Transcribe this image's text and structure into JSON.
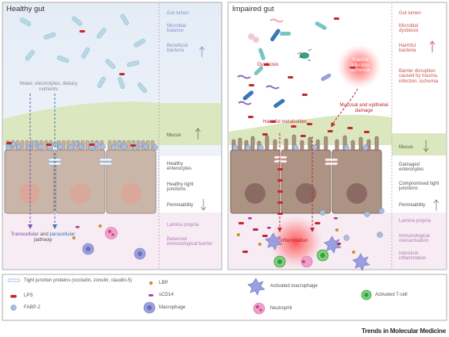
{
  "healthy": {
    "title": "Healthy gut",
    "water_text": "Water, electrolytes, dietary nutrients",
    "pathway_transcellular": "Transcellular",
    "pathway_and": "and",
    "pathway_paracellular": "paracellular",
    "pathway_word": "pathway",
    "side": {
      "lumen": "Gut lumen",
      "balance": "Microbial balance",
      "beneficial": "Beneficial bacteria",
      "mucus": "Mucus",
      "enterocytes": "Healthy enterocytes",
      "tight": "Healthy tight junctions",
      "permeability": "Permeability",
      "lamina": "Lamina propria",
      "immuno": "Balanced immunological barrier"
    }
  },
  "impaired": {
    "title": "Impaired gut",
    "dysbiosis": "Dysbiosis",
    "trauma": "Trauma Infection Ischemia",
    "mucosal": "Mucosal and epithelial damage",
    "harmful_metabolites": "Harmful metabolites",
    "inflammation": "Inflammation",
    "side": {
      "lumen": "Gut lumen",
      "dysbiosis": "Microbial dysbiosis",
      "harmful": "Harmful bacteria",
      "barrier": "Barrier disruption caused by trauma, infection, ischemia",
      "mucus": "Mucus",
      "enterocytes": "Damaged enterocytes",
      "tight": "Compromised tight junctions",
      "permeability": "Permeability",
      "lamina": "Lamina propria",
      "immuno": "Immunological overactivation",
      "intestinal": "Intestinal inflammation"
    }
  },
  "legend": {
    "tight_junction": "Tight junction proteins (occludin, zonulin, claudin-5)",
    "lps": "LPS",
    "fabp2": "FABP-2",
    "lbp": "LBP",
    "scd14": "sCD14",
    "macrophage": "Macrophage",
    "activated_macrophage": "Activated macrophage",
    "neutrophil": "Neutrophil",
    "activated_tcell": "Activated T-cell"
  },
  "footer": "Trends in Molecular Medicine",
  "colors": {
    "lps": "#c0282e",
    "fabp2": "#a9bde0",
    "lbp": "#c8902a",
    "scd14": "#a03a90",
    "mucus": "#dce9c2",
    "cell": "#c7b4a6",
    "nucleus_healthy": "#d9a89a",
    "nucleus_damaged": "#8a6a62",
    "lamina": "#f6eaf3",
    "lumen": "#e6eef7",
    "healthy_side_text": "#7e95c8",
    "impaired_side_text": "#cc5151",
    "lamina_text": "#b27bb3",
    "purple_arrow": "#7a50a8",
    "blue_arrow": "#3877b5",
    "red_arrow": "#c0282e"
  }
}
